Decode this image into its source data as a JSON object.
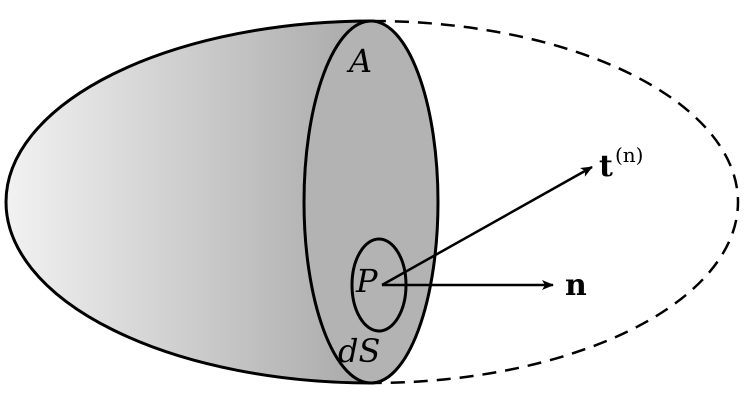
{
  "labels": {
    "area": "A",
    "point": "P",
    "element": "dS",
    "traction_vector": "t",
    "traction_superscript": "(n)",
    "normal_vector": "n"
  },
  "colors": {
    "section_fill": "#b3b3b3",
    "body_gradient_start": "#f2f2f2",
    "body_gradient_end": "#a8a8a8",
    "stroke": "#000000"
  }
}
